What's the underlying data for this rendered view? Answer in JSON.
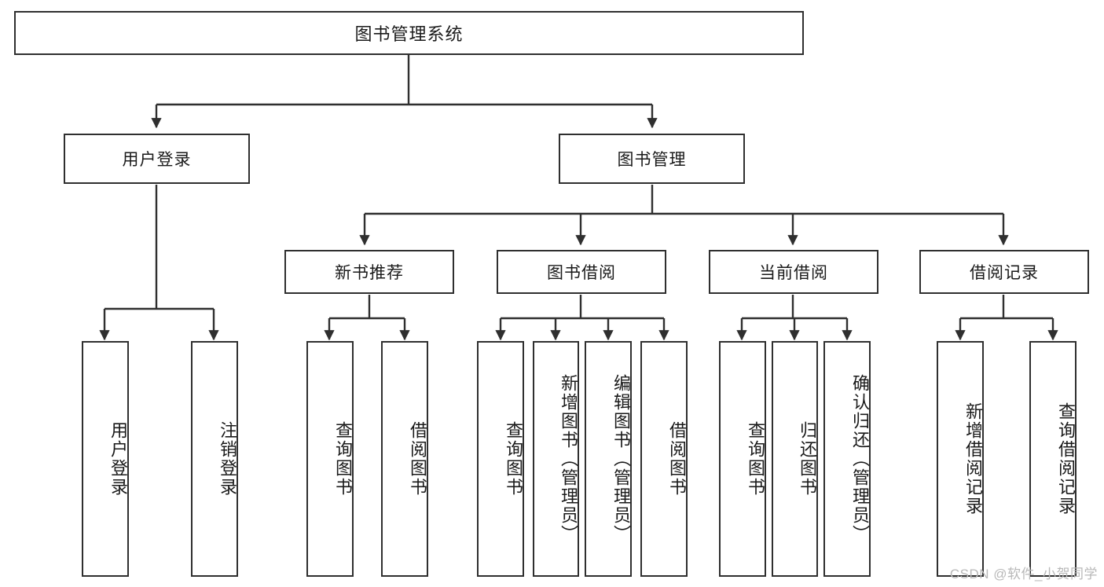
{
  "diagram": {
    "title": "图书管理系统",
    "type": "tree-hierarchy-diagram",
    "colors": {
      "box_border": "#2f2f2f",
      "box_fill": "#ffffff",
      "edge": "#2f2f2f",
      "text": "#1a1a1a",
      "watermark": "#b8b8b8"
    },
    "root": {
      "label": "图书管理系统"
    },
    "level2": [
      {
        "label": "用户登录"
      },
      {
        "label": "图书管理"
      }
    ],
    "level3": [
      {
        "label": "新书推荐"
      },
      {
        "label": "图书借阅"
      },
      {
        "label": "当前借阅"
      },
      {
        "label": "借阅记录"
      }
    ],
    "leaves": {
      "user_login": [
        {
          "label": "用户登录"
        },
        {
          "label": "注销登录"
        }
      ],
      "new_book_recommend": [
        {
          "label": "查询图书"
        },
        {
          "label": "借阅图书"
        }
      ],
      "book_borrow": [
        {
          "label": "查询图书"
        },
        {
          "label": "新增图书（管理员）"
        },
        {
          "label": "编辑图书（管理员）"
        },
        {
          "label": "借阅图书"
        }
      ],
      "current_borrow": [
        {
          "label": "查询图书"
        },
        {
          "label": "归还图书"
        },
        {
          "label": "确认归还（管理员）"
        }
      ],
      "borrow_record": [
        {
          "label": "新增借阅记录"
        },
        {
          "label": "查询借阅记录"
        }
      ]
    }
  },
  "watermark": {
    "text": "CSDN @软件_小贺同学"
  }
}
